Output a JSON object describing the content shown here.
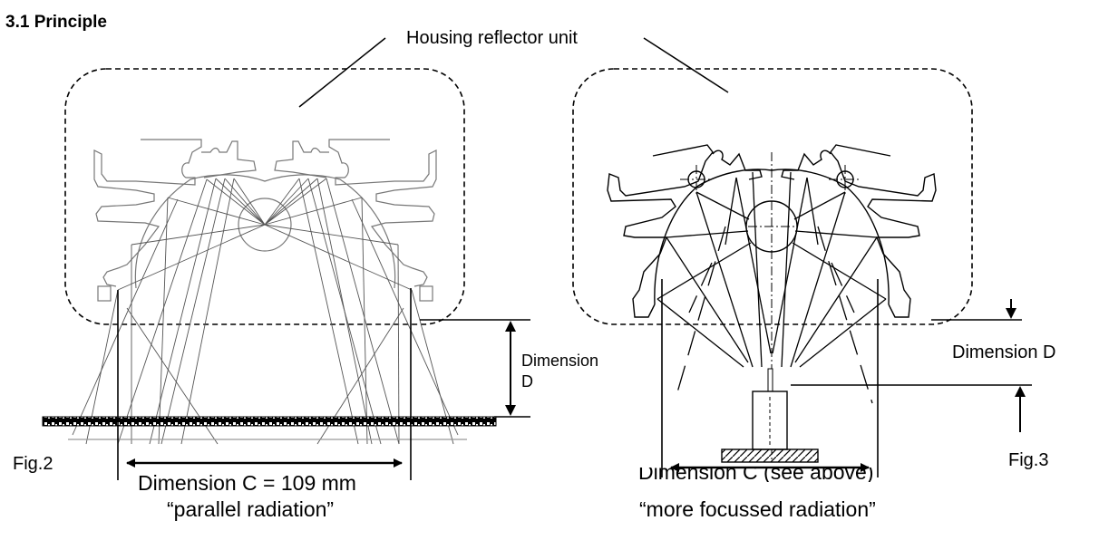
{
  "section": {
    "title": "3.1 Principle"
  },
  "callout": {
    "housing_label": "Housing reflector unit"
  },
  "figure2": {
    "label": "Fig.2",
    "dimension_d_line1": "Dimension",
    "dimension_d_line2": "D",
    "dimension_c": "Dimension C = 109 mm",
    "radiation_type": "“parallel radiation”"
  },
  "figure3": {
    "label": "Fig.3",
    "dimension_d": "Dimension D",
    "dimension_c": "Dimension C (see above)",
    "radiation_type": "“more focussed radiation”"
  }
}
